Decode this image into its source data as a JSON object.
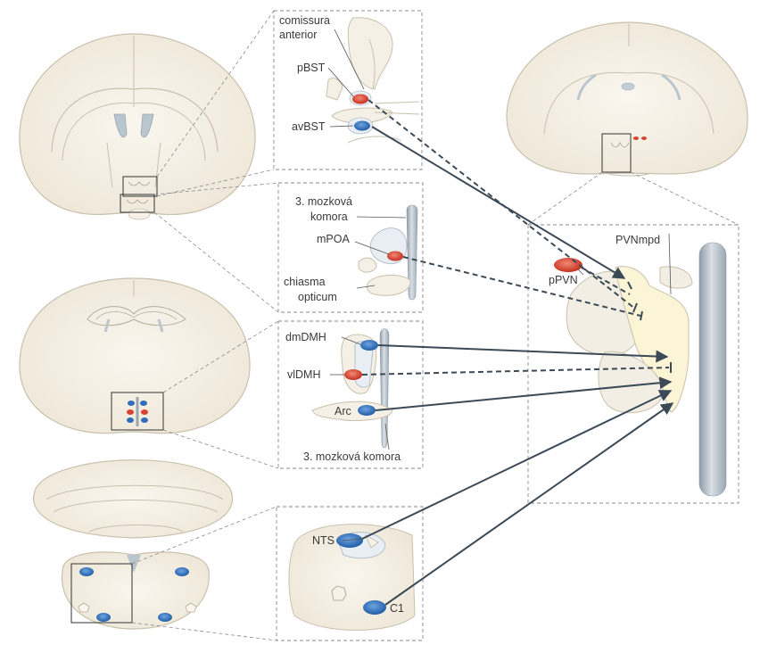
{
  "labels": {
    "commissura_1": "comissura",
    "commissura_2": "anterior",
    "pbst": "pBST",
    "avbst": "avBST",
    "ventricle_3a_1": "3. mozková",
    "ventricle_3a_2": "komora",
    "mpoa": "mPOA",
    "chiasma_1": "chiasma",
    "chiasma_2": "opticum",
    "dmdmh": "dmDMH",
    "vldmh": "vlDMH",
    "arc": "Arc",
    "ventricle_3b": "3. mozková komora",
    "nts": "NTS",
    "c1": "C1",
    "ppvn": "pPVN",
    "pvnmpd": "PVNmpd"
  },
  "legend_semantics": {
    "excitatory_color": "#2e6fb7",
    "inhibitory_color": "#d9432f",
    "solid_arrow": "excitatory projection",
    "dashed_arrow": "inhibitory projection"
  },
  "colors": {
    "tissue": "#f1ebde",
    "tissue_stroke": "#c9c0ad",
    "ventricle": "#b9c6d0",
    "pvn_fill": "#fbf5d6",
    "arrow": "#3c4a57",
    "box": "#8a8a8a"
  }
}
